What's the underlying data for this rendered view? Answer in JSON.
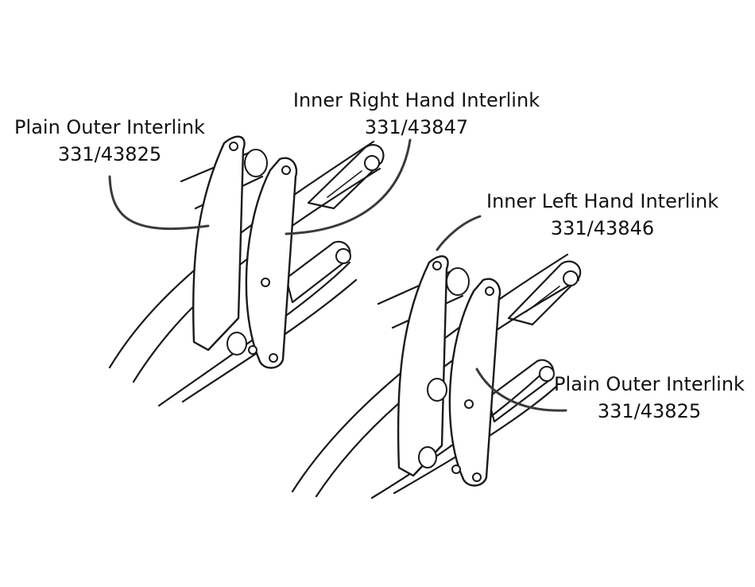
{
  "callouts": {
    "plain_outer_left": {
      "name": "Plain Outer Interlink",
      "part_no": "331/43825"
    },
    "inner_right": {
      "name": "Inner Right Hand Interlink",
      "part_no": "331/43847"
    },
    "inner_left": {
      "name": "Inner Left Hand Interlink",
      "part_no": "331/43846"
    },
    "plain_outer_right": {
      "name": "Plain Outer Interlink",
      "part_no": "331/43825"
    }
  },
  "colors": {
    "line": "#1a1a1a",
    "leader": "#3a3a3a",
    "background": "#ffffff"
  }
}
